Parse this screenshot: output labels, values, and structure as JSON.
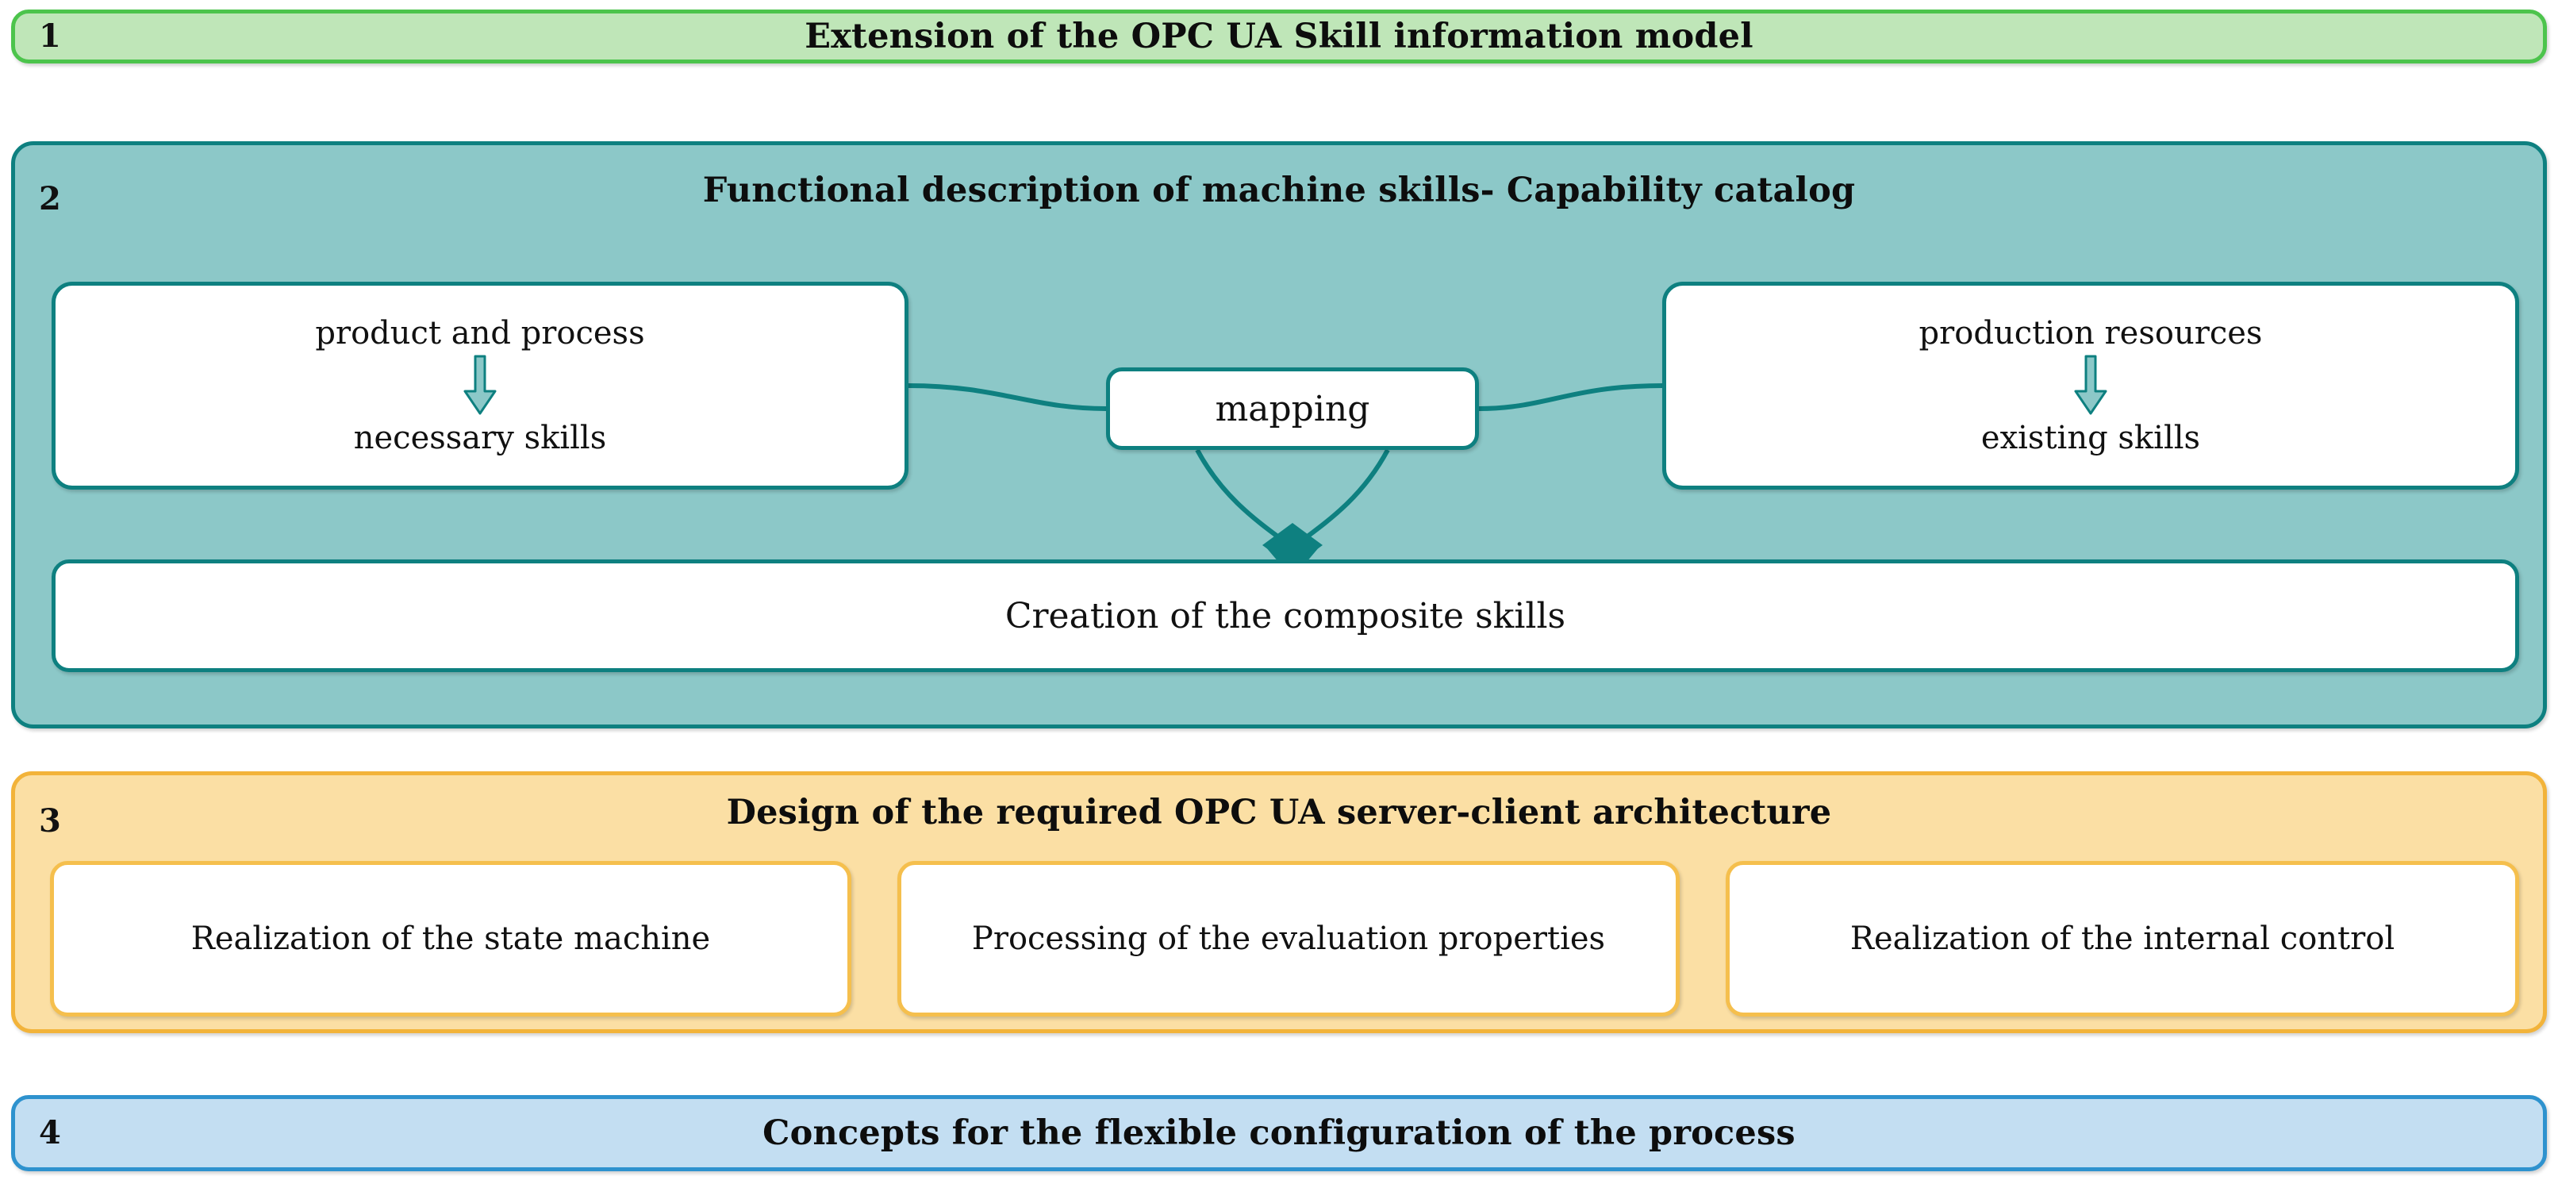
{
  "diagram": {
    "sections": [
      {
        "index": "1",
        "title": "Extension of the OPC UA Skill information model",
        "fill": "#bfe6b8",
        "border": "#4cc44c"
      },
      {
        "index": "2",
        "title": "Functional description of machine skills- Capability catalog",
        "fill": "#8cc8c8",
        "border": "#0e8080",
        "boxes": {
          "left": {
            "top_label": "product and process",
            "arrow_icon": "down-arrow-icon",
            "bottom_label": "necessary skills"
          },
          "right": {
            "top_label": "production resources",
            "arrow_icon": "down-arrow-icon",
            "bottom_label": "existing skills"
          },
          "center": {
            "label": "mapping"
          },
          "result": {
            "label": "Creation of the composite skills"
          }
        }
      },
      {
        "index": "3",
        "title": "Design of the required OPC UA server-client architecture",
        "fill": "#fbdfa4",
        "border": "#f2b33a",
        "boxes": [
          {
            "label": "Realization of the state machine"
          },
          {
            "label": "Processing of the evaluation properties"
          },
          {
            "label": "Realization of the internal control"
          }
        ]
      },
      {
        "index": "4",
        "title": "Concepts for the flexible configuration of the process",
        "fill": "#c3def2",
        "border": "#2e92ce"
      }
    ]
  }
}
